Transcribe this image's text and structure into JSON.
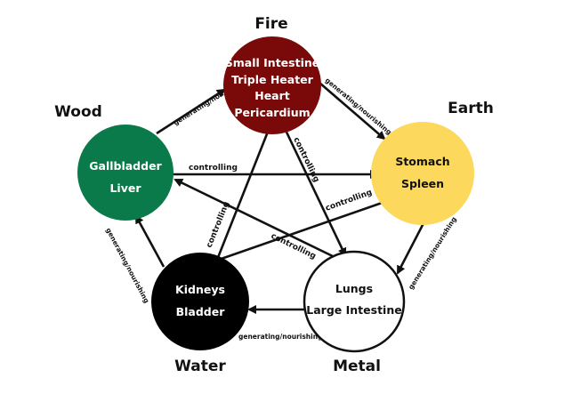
{
  "elements": {
    "fire": {
      "label": "Fire",
      "organs": [
        "Small Intestine",
        "Triple Heater",
        "Heart",
        "Pericardium"
      ],
      "color": "#7a0a0a",
      "text_color": "#ffffff"
    },
    "earth": {
      "label": "Earth",
      "organs": [
        "Stomach",
        "Spleen"
      ],
      "color": "#fcd95c",
      "text_color": "#111111"
    },
    "metal": {
      "label": "Metal",
      "organs": [
        "Lungs",
        "Large Intestine"
      ],
      "color": "#ffffff",
      "text_color": "#111111"
    },
    "water": {
      "label": "Water",
      "organs": [
        "Kidneys",
        "Bladder"
      ],
      "color": "#000000",
      "text_color": "#ffffff"
    },
    "wood": {
      "label": "Wood",
      "organs": [
        "Gallbladder",
        "Liver"
      ],
      "color": "#0a7a4a",
      "text_color": "#ffffff"
    }
  },
  "relations": {
    "generating": "generating/nourishing",
    "controlling": "controlling"
  }
}
